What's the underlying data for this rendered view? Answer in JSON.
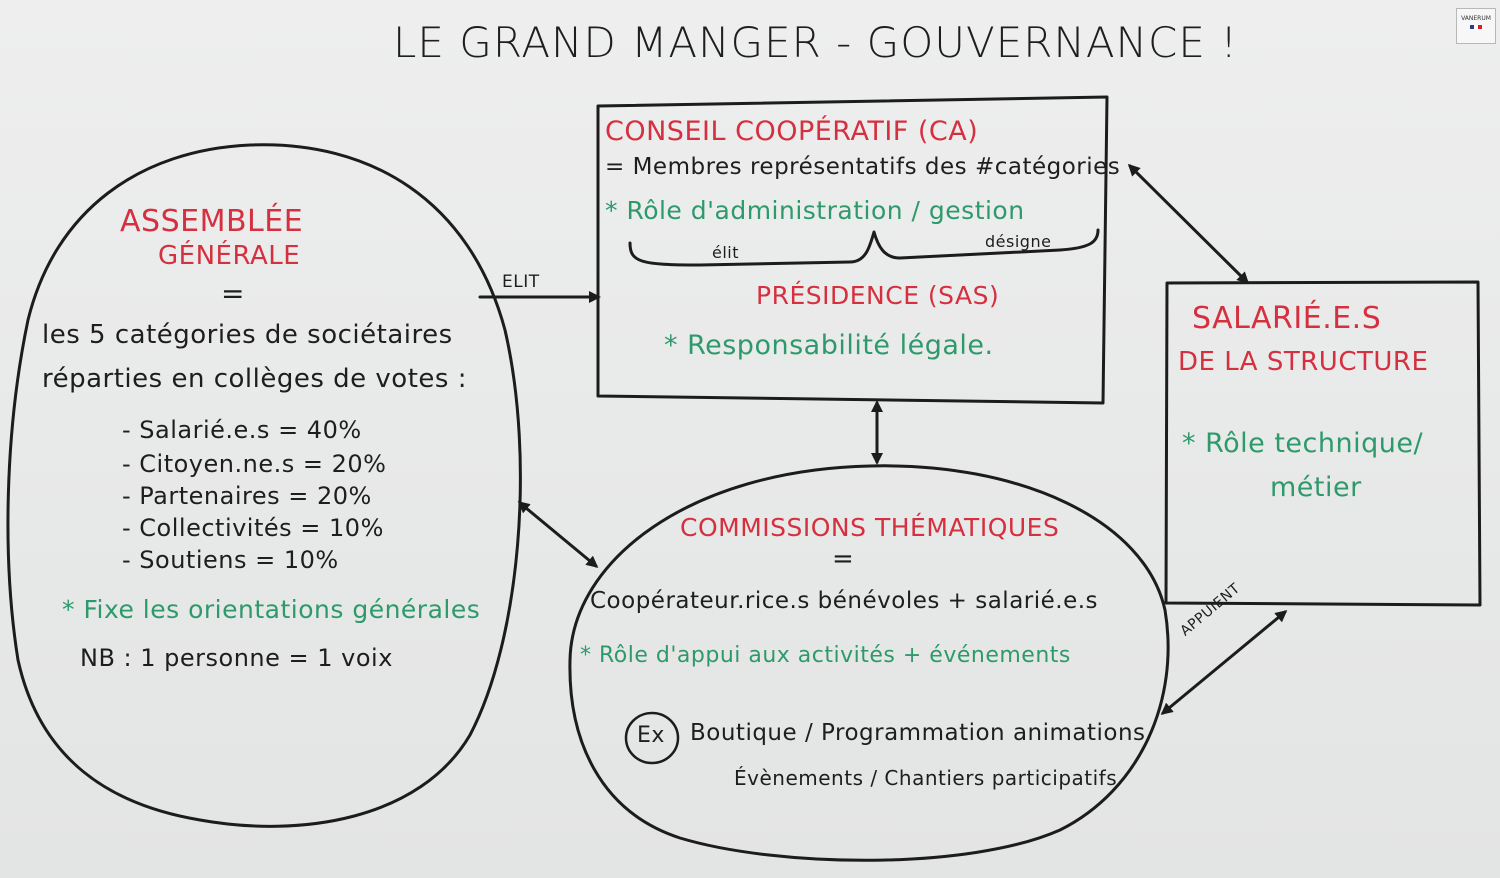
{
  "title": "LE GRAND MANGER - GOUVERNANCE !",
  "assemblee": {
    "heading_line1": "ASSEMBLÉE",
    "heading_line2": "GÉNÉRALE",
    "equals": "=",
    "desc_line1": "les 5 catégories de sociétaires",
    "desc_line2": "réparties en collèges de votes :",
    "colleges": [
      "- Salarié.e.s = 40%",
      "- Citoyen.ne.s = 20%",
      "- Partenaires = 20%",
      "- Collectivités = 10%",
      "- Soutiens = 10%"
    ],
    "role": "* Fixe les orientations générales",
    "note": "NB : 1 personne = 1 voix"
  },
  "conseil": {
    "heading": "CONSEIL COOPÉRATIF (CA)",
    "members": "= Membres représentatifs des #catégories",
    "role": "* Rôle d'administration / gestion",
    "elit_label": "élit",
    "designe_label": "désigne",
    "presidence": "PRÉSIDENCE (SAS)",
    "presidence_role": "* Responsabilité légale."
  },
  "salaries": {
    "heading_line1": "SALARIÉ.E.S",
    "heading_line2": "DE LA STRUCTURE",
    "role_line1": "* Rôle technique/",
    "role_line2": "métier"
  },
  "commissions": {
    "heading": "COMMISSIONS THÉMATIQUES",
    "equals": "=",
    "members": "Coopérateur.rice.s bénévoles + salarié.e.s",
    "role": "* Rôle d'appui aux activités + événements",
    "ex_badge": "Ex",
    "examples_line1": "Boutique / Programmation animations",
    "examples_line2": "Évènements / Chantiers participatifs"
  },
  "connectors": {
    "elit": "ELIT",
    "appuient": "APPUIENT"
  },
  "brand": {
    "name": "VANERUM"
  },
  "colors": {
    "board": "#e9eaea",
    "ink_black": "#1e1e1e",
    "ink_red": "#d4303f",
    "ink_green": "#2e9a6c"
  }
}
